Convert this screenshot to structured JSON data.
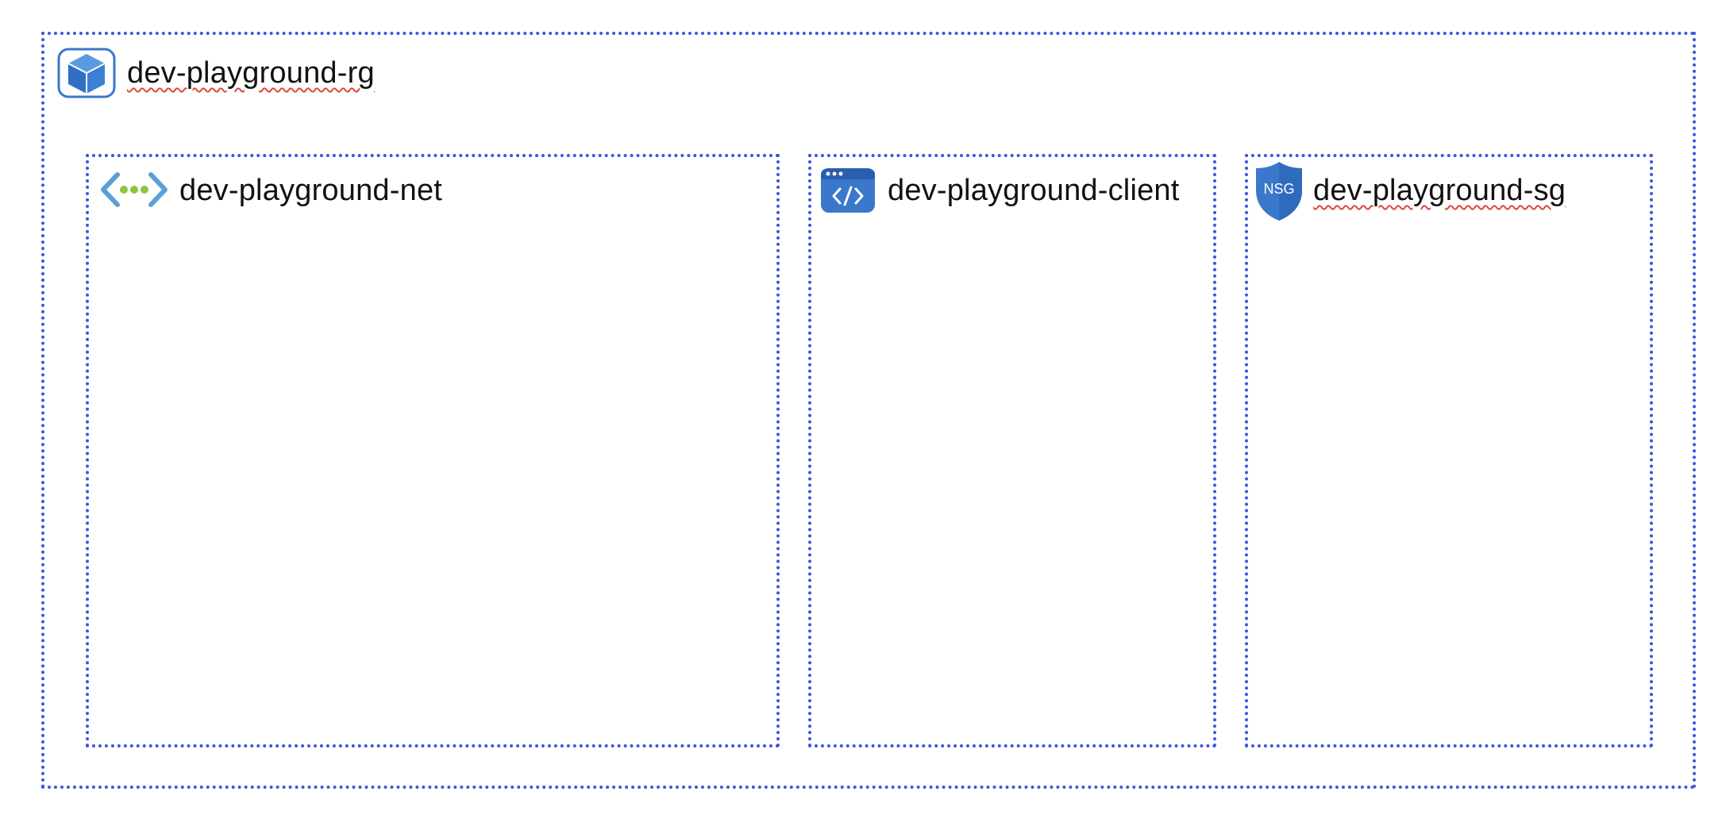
{
  "diagram": {
    "resource_group": {
      "name": "dev-playground-rg",
      "icon": "resource-group-cube-icon",
      "color": "#3b78cc"
    },
    "resources": [
      {
        "name": "dev-playground-net",
        "icon": "virtual-network-icon",
        "color": "#5aa0d8",
        "dot_color": "#8cc63f"
      },
      {
        "name": "dev-playground-client",
        "icon": "app-service-code-icon",
        "color": "#3b78cc"
      },
      {
        "name": "dev-playground-sg",
        "icon": "network-security-group-shield-icon",
        "color": "#3b78cc",
        "badge": "NSG"
      }
    ],
    "border_color": "#3a55e6"
  }
}
